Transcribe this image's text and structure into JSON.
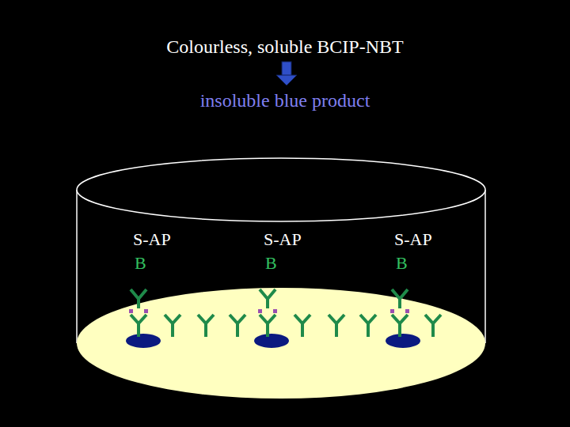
{
  "diagram": {
    "labels": [
      "Colourless, soluble BCIP-NBT",
      "insoluble blue product",
      "S-AP",
      "B",
      "S-AP",
      "B",
      "S-AP",
      "B"
    ]
  }
}
